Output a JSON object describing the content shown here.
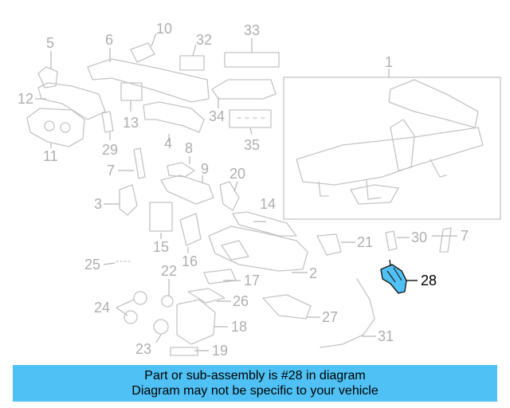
{
  "diagram": {
    "callouts": [
      {
        "id": "1",
        "label": "1"
      },
      {
        "id": "2",
        "label": "2"
      },
      {
        "id": "3",
        "label": "3"
      },
      {
        "id": "4",
        "label": "4"
      },
      {
        "id": "5",
        "label": "5"
      },
      {
        "id": "6",
        "label": "6"
      },
      {
        "id": "7a",
        "label": "7"
      },
      {
        "id": "7b",
        "label": "7"
      },
      {
        "id": "8",
        "label": "8"
      },
      {
        "id": "9",
        "label": "9"
      },
      {
        "id": "10",
        "label": "10"
      },
      {
        "id": "11",
        "label": "11"
      },
      {
        "id": "12",
        "label": "12"
      },
      {
        "id": "13",
        "label": "13"
      },
      {
        "id": "14",
        "label": "14"
      },
      {
        "id": "15",
        "label": "15"
      },
      {
        "id": "16",
        "label": "16"
      },
      {
        "id": "17",
        "label": "17"
      },
      {
        "id": "18",
        "label": "18"
      },
      {
        "id": "19",
        "label": "19"
      },
      {
        "id": "20",
        "label": "20"
      },
      {
        "id": "21",
        "label": "21"
      },
      {
        "id": "22",
        "label": "22"
      },
      {
        "id": "23",
        "label": "23"
      },
      {
        "id": "24",
        "label": "24"
      },
      {
        "id": "25",
        "label": "25"
      },
      {
        "id": "26",
        "label": "26"
      },
      {
        "id": "27",
        "label": "27"
      },
      {
        "id": "28",
        "label": "28"
      },
      {
        "id": "29",
        "label": "29"
      },
      {
        "id": "30",
        "label": "30"
      },
      {
        "id": "31",
        "label": "31"
      },
      {
        "id": "32",
        "label": "32"
      },
      {
        "id": "33",
        "label": "33"
      },
      {
        "id": "34",
        "label": "34"
      },
      {
        "id": "35",
        "label": "35"
      }
    ],
    "highlighted_part": "28",
    "highlight_color": "#4fc1f4",
    "banner_color": "#4fc1f4"
  },
  "banner": {
    "line1": "Part or sub-assembly is #28 in diagram",
    "line2": "Diagram may not be specific to your vehicle"
  }
}
